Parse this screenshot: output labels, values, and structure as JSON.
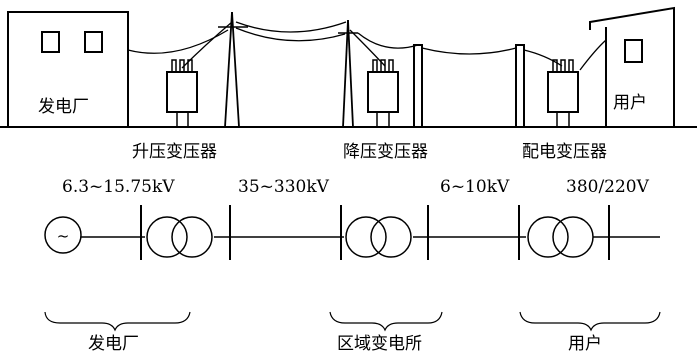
{
  "top_scene": {
    "plant_label": "发电厂",
    "user_label": "用户",
    "transformer_labels": {
      "step_up": "升压变压器",
      "step_down": "降压变压器",
      "distribution": "配电变压器"
    }
  },
  "voltage_levels": {
    "generation": "6.3~15.75kV",
    "transmission": "35~330kV",
    "distribution": "6~10kV",
    "user": "380/220V"
  },
  "generator_symbol": "~",
  "brace_labels": {
    "plant": "发电厂",
    "substation": "区域变电所",
    "user": "用户"
  }
}
